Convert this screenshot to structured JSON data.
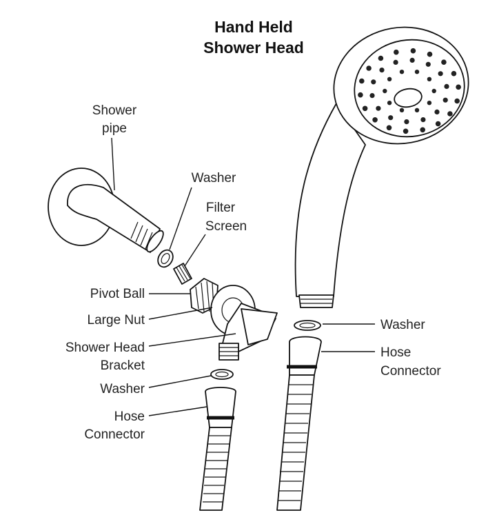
{
  "title": [
    "Hand Held",
    "Shower Head"
  ],
  "labels": {
    "shower_pipe": [
      "Shower",
      "pipe"
    ],
    "washer_top": "Washer",
    "filter_screen": [
      "Filter",
      "Screen"
    ],
    "pivot_ball": "Pivot Ball",
    "large_nut": "Large Nut",
    "bracket": [
      "Shower Head",
      "Bracket"
    ],
    "washer_left": "Washer",
    "hose_connector_left": [
      "Hose",
      "Connector"
    ],
    "washer_right": "Washer",
    "hose_connector_right": [
      "Hose",
      "Connector"
    ]
  },
  "colors": {
    "line": "#111111",
    "text": "#222222",
    "background": "#ffffff"
  }
}
